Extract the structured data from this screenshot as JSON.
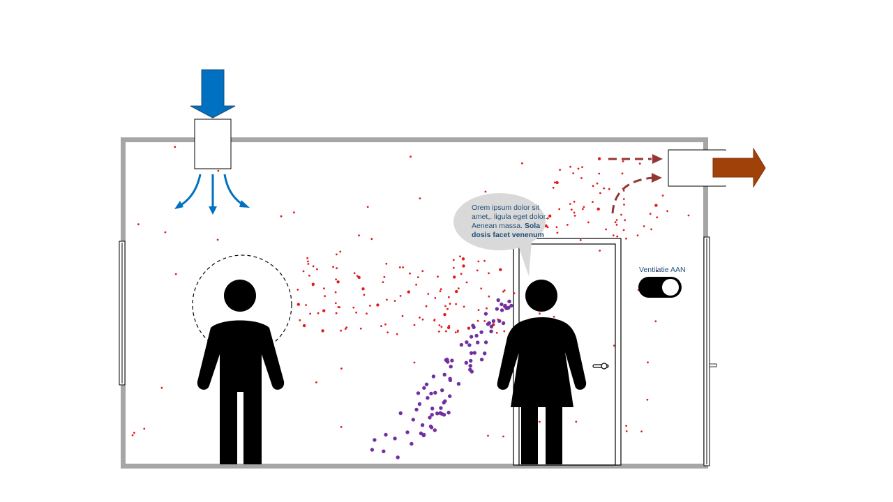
{
  "speech_bubble": {
    "text_regular": "Orem ipsum dolor sit amet,. ligula eget dolor. Aenean massa.",
    "text_bold": "Sola dosis facet venenum"
  },
  "ventilation_toggle": {
    "label": "Ventilatie AAN",
    "state": "on"
  },
  "colors": {
    "inflow_arrow": "#0070c0",
    "outflow_arrow": "#a0410a",
    "droplets_small": "#e31b1b",
    "droplets_large": "#7030a0",
    "wall": "#a6a6a6",
    "dashed_flow": "#943634"
  },
  "icons": [
    "man-icon",
    "woman-icon",
    "door-icon",
    "inflow-arrow-icon",
    "outflow-arrow-icon"
  ]
}
